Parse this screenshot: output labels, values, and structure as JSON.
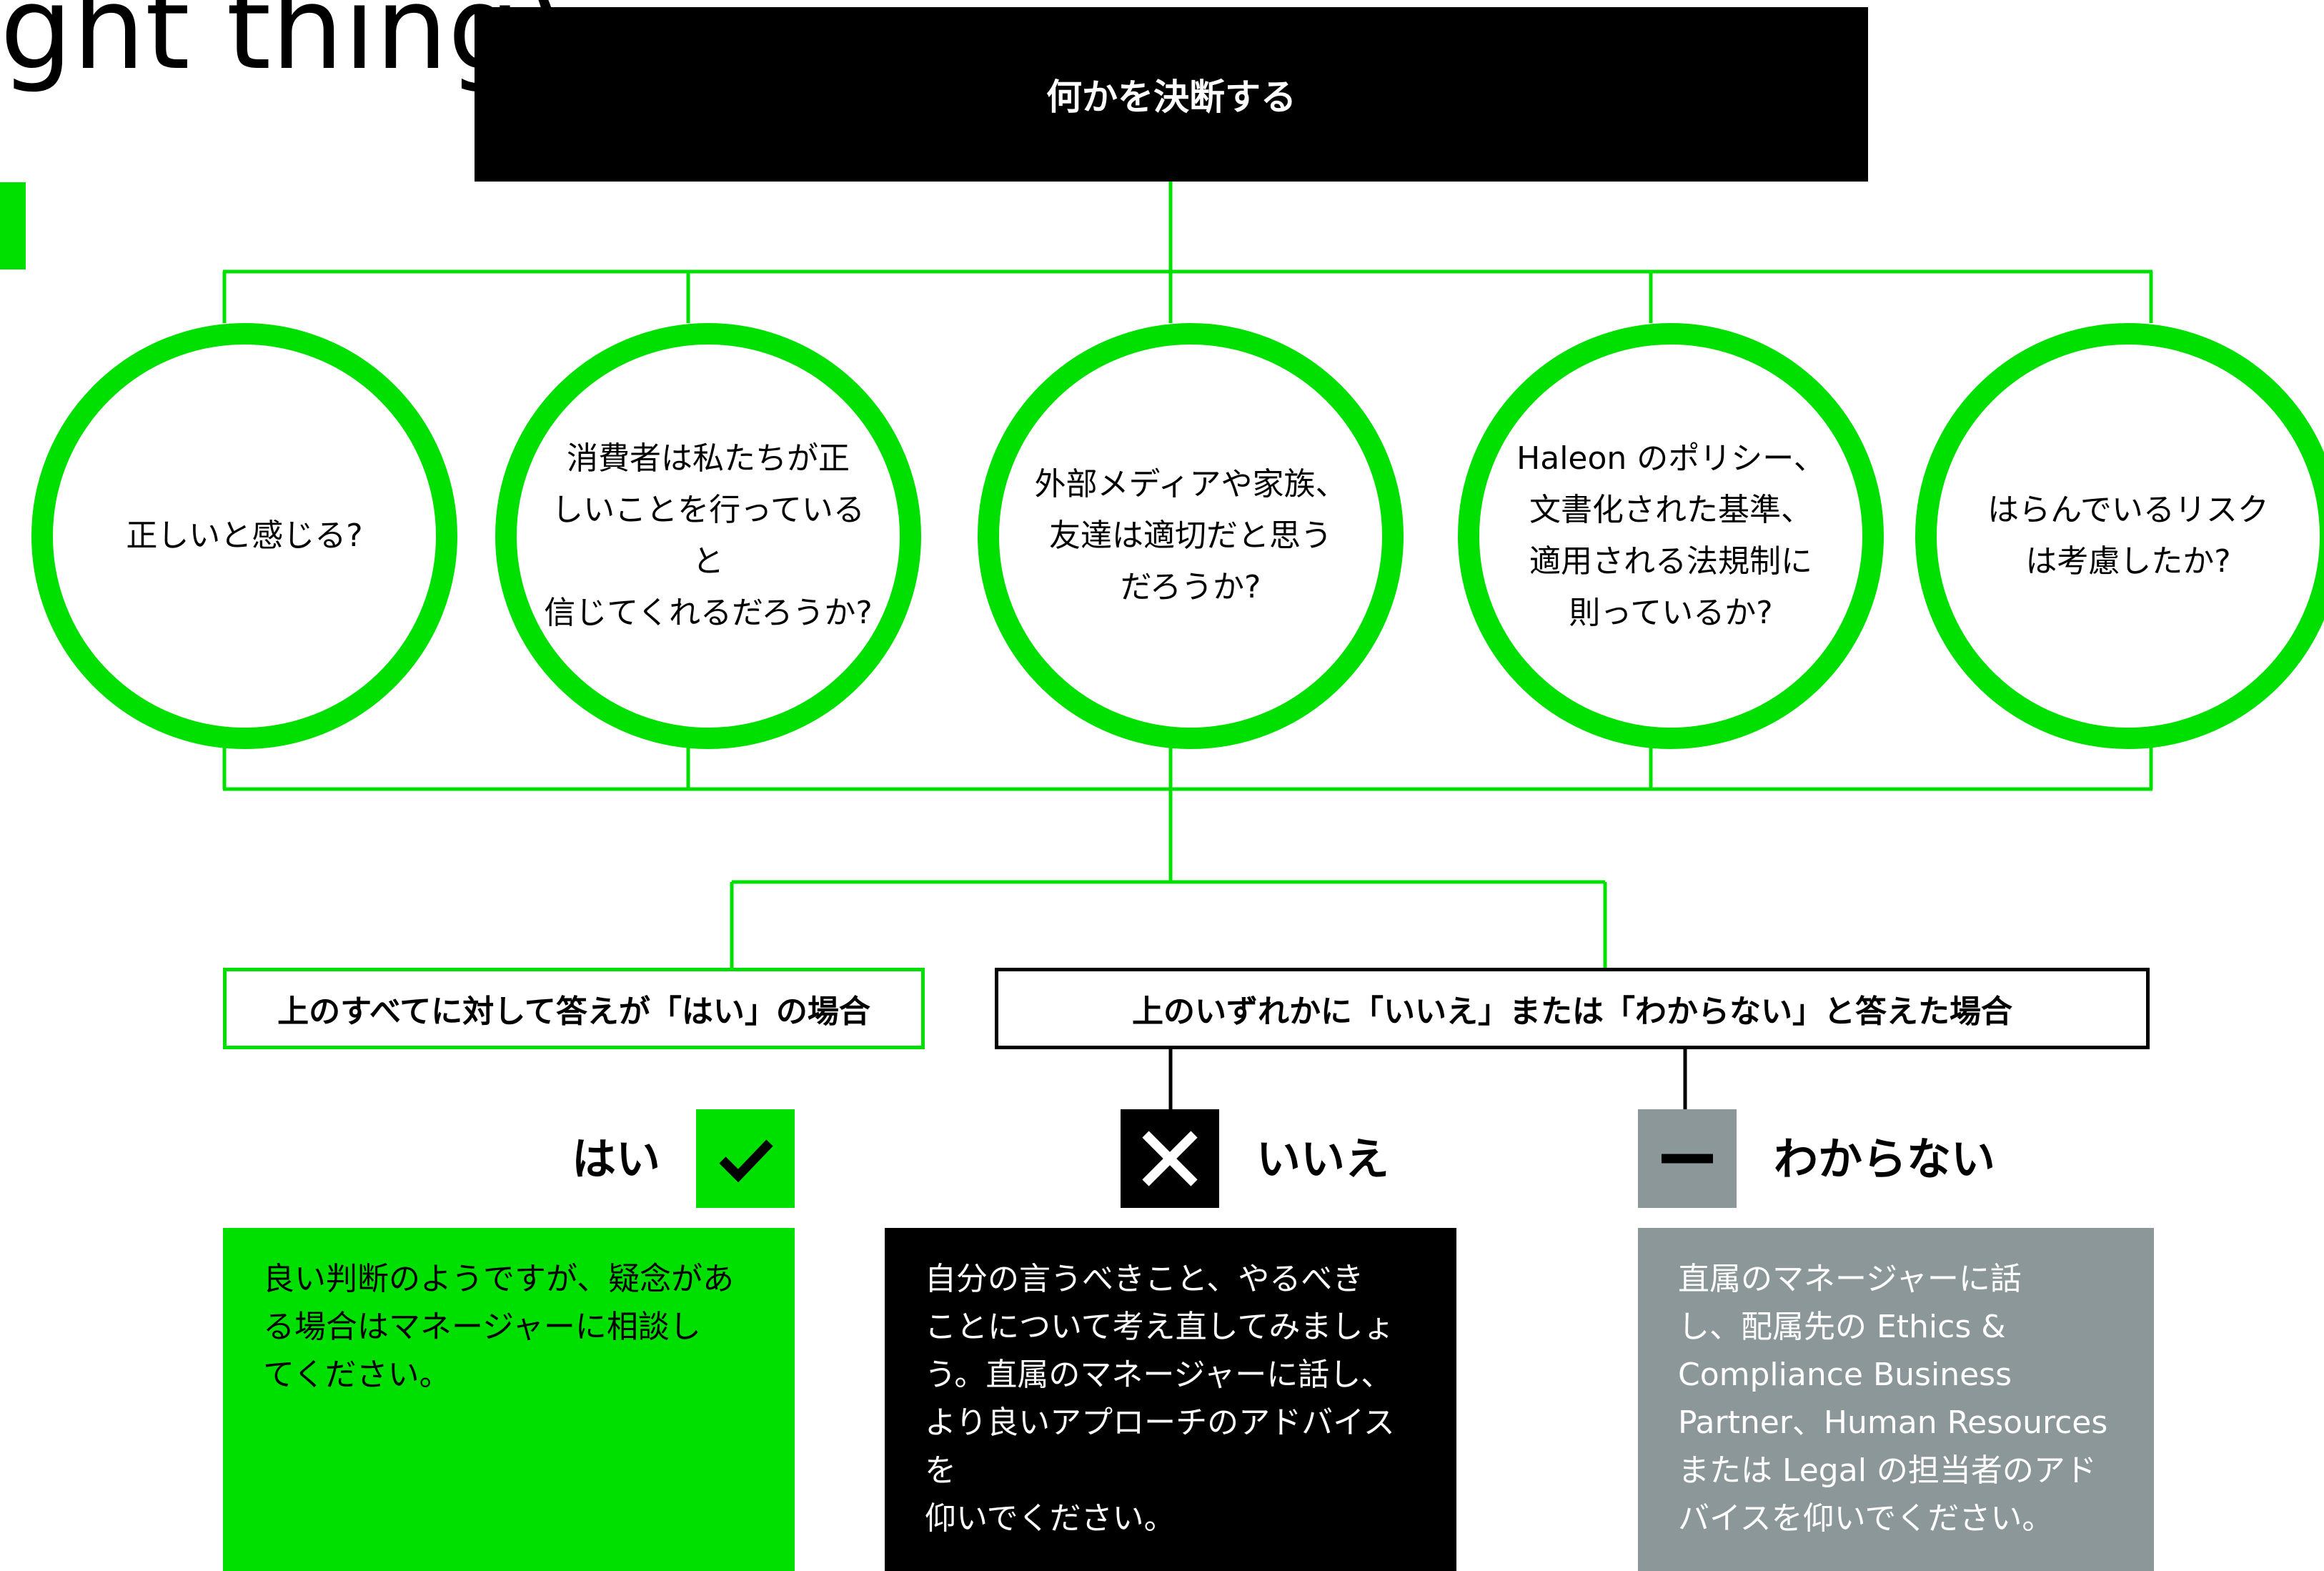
{
  "header": {
    "partial_title": "ght thing)"
  },
  "decision": {
    "label": "何かを決断する"
  },
  "questions": [
    {
      "text": "正しいと感じる?"
    },
    {
      "text": "消費者は私たちが正\nしいことを行っていると\n信じてくれるだろうか?"
    },
    {
      "text": "外部メディアや家族、\n友達は適切だと思う\nだろうか?"
    },
    {
      "text": "Haleon のポリシー、\n文書化された基準、\n適用される法規制に\n則っているか?"
    },
    {
      "text": "はらんでいるリスク\nは考慮したか?"
    }
  ],
  "conditions": {
    "all_yes": "上のすべてに対して答えが「はい」の場合",
    "any_no": "上のいずれかに「いいえ」または「わからない」と答えた場合"
  },
  "outcomes": {
    "yes": {
      "label": "はい",
      "icon": "check-icon",
      "advice": "良い判断のようですが、疑念があ\nる場合はマネージャーに相談し\nてください。"
    },
    "no": {
      "label": "いいえ",
      "icon": "cross-icon",
      "advice": "自分の言うべきこと、やるべき\nことについて考え直してみましょ\nう。直属のマネージャーに話し、\nより良いアプローチのアドバイスを\n仰いでください。"
    },
    "unsure": {
      "label": "わからない",
      "icon": "minus-icon",
      "advice": "直属のマネージャーに話\nし、配属先の Ethics &\nCompliance Business\nPartner、Human Resources\nまたは Legal の担当者のアド\nバイスを仰いでください。"
    }
  },
  "colors": {
    "green": "#00e000",
    "black": "#000000",
    "grey": "#8c979a"
  }
}
